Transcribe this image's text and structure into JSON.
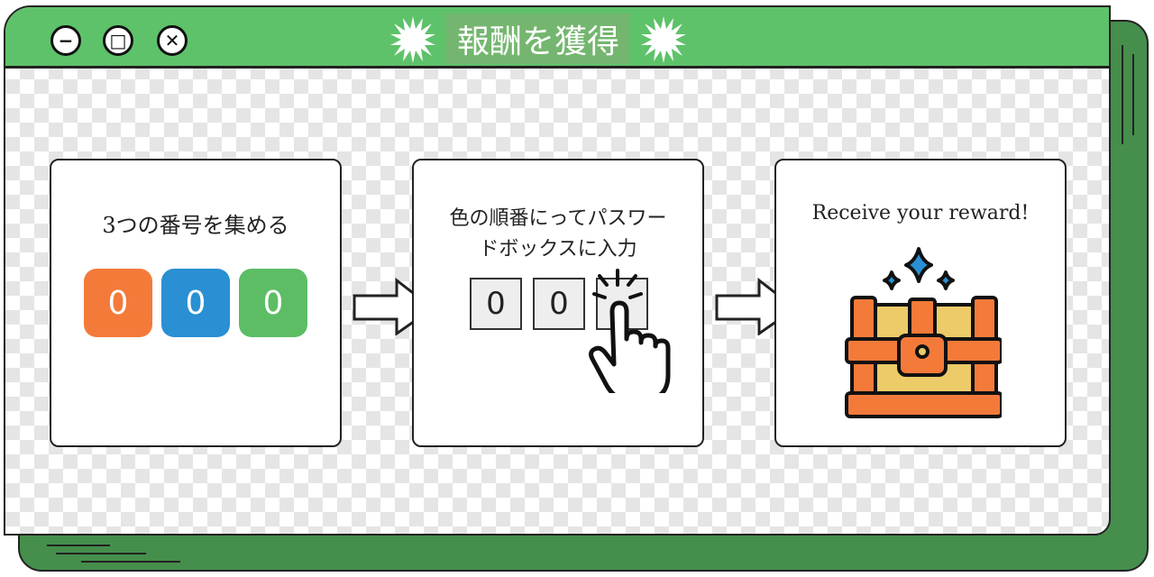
{
  "window": {
    "title": "報酬を獲得",
    "controls": {
      "minimize": "−",
      "maximize": "□",
      "close": "✕"
    }
  },
  "steps": [
    {
      "text": "3つの番号を集める",
      "digits": [
        {
          "value": "0",
          "color": "#f47a3a"
        },
        {
          "value": "0",
          "color": "#2a8fd3"
        },
        {
          "value": "0",
          "color": "#5cbd65"
        }
      ]
    },
    {
      "text_line1": "色の順番にってパスワー",
      "text_line2": "ドボックスに入力",
      "boxes": [
        "0",
        "0",
        ""
      ]
    },
    {
      "text": "Receive your reward!"
    }
  ],
  "colors": {
    "titlebar": "#5ec26a",
    "shadow": "#458e4c",
    "orange": "#f47a3a",
    "blue": "#2a8fd3",
    "green": "#5cbd65",
    "gold": "#eccb68"
  }
}
